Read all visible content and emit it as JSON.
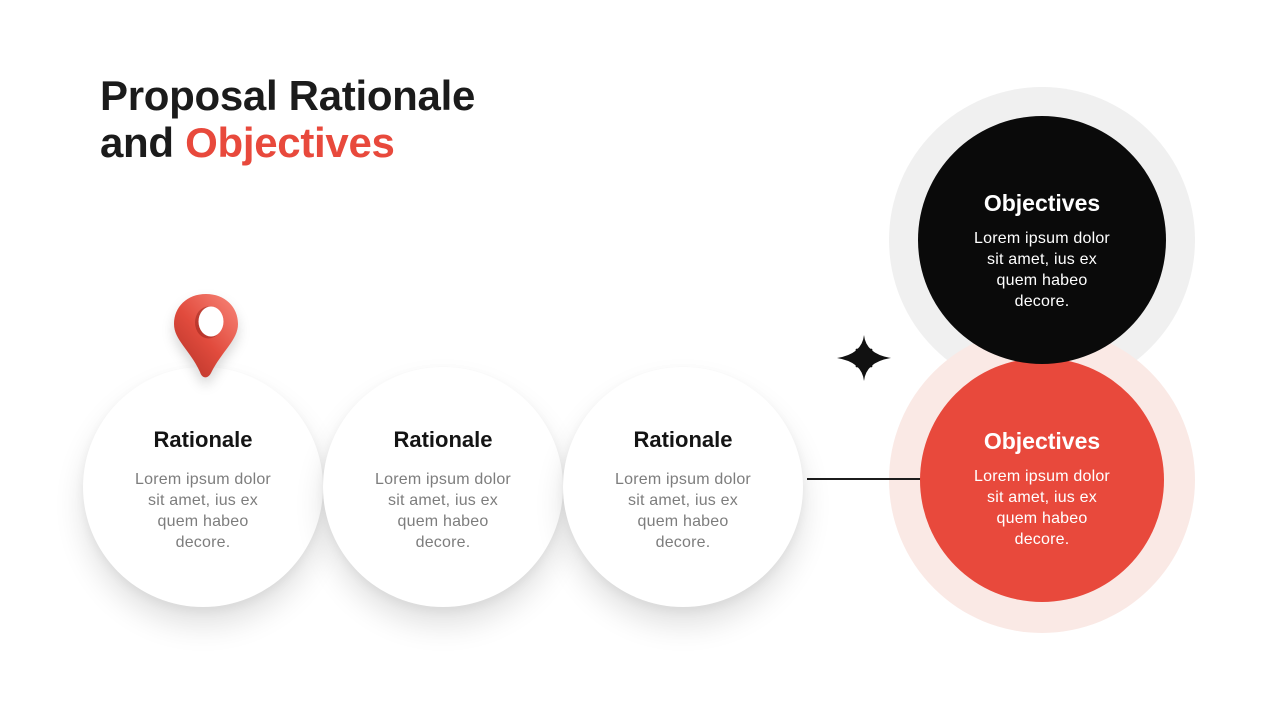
{
  "title": {
    "line1": "Proposal Rationale",
    "line2_plain": "and",
    "line2_accent": "Objectives"
  },
  "rationale_cards": [
    {
      "heading": "Rationale",
      "body_lines": [
        "Lorem ipsum dolor",
        "sit amet, ius ex",
        "quem habeo",
        "decore."
      ]
    },
    {
      "heading": "Rationale",
      "body_lines": [
        "Lorem ipsum dolor",
        "sit amet, ius ex",
        "quem habeo",
        "decore."
      ]
    },
    {
      "heading": "Rationale",
      "body_lines": [
        "Lorem ipsum dolor",
        "sit amet, ius ex",
        "quem habeo",
        "decore."
      ]
    }
  ],
  "objective_cards": {
    "top": {
      "heading": "Objectives",
      "body_lines": [
        "Lorem ipsum dolor",
        "sit amet, ius ex",
        "quem habeo",
        "decore."
      ]
    },
    "bottom": {
      "heading": "Objectives",
      "body_lines": [
        "Lorem ipsum dolor",
        "sit amet, ius ex",
        "quem habeo",
        "decore."
      ]
    }
  },
  "icons": {
    "pin": "location-pin-icon",
    "sparkle": "sparkle-icon"
  },
  "colors": {
    "accent_red": "#E8493C",
    "accent_red_light": "#FAE9E5",
    "halo_gray": "#F0F0F0",
    "circle_black": "#0A0A0A",
    "title_black": "#1B1B1B",
    "body_gray": "#7D7D7D"
  }
}
